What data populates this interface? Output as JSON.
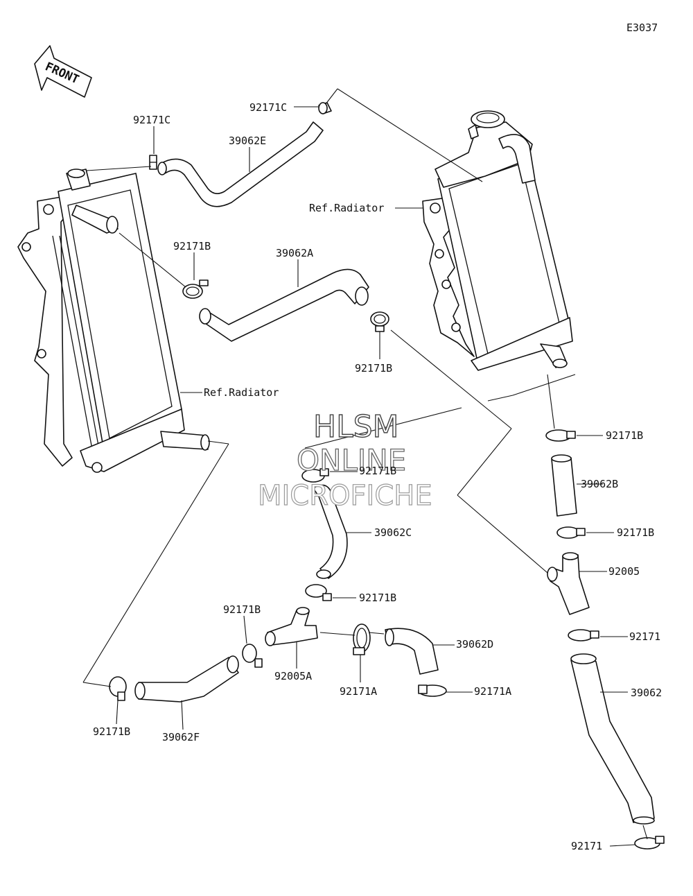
{
  "diagram_code": "E3037",
  "front_label": "FRONT",
  "watermark": {
    "line1": "HLSM",
    "line2": "ONLINE",
    "line3": "MICROFICHE"
  },
  "labels": {
    "c_top_left": "92171C",
    "c_top_center": "92171C",
    "e_hose": "39062E",
    "ref_radiator_right": "Ref.Radiator",
    "b_clamp_left_upper": "92171B",
    "a_hose": "39062A",
    "b_clamp_center": "92171B",
    "ref_radiator_left": "Ref.Radiator",
    "b_clamp_right_1": "92171B",
    "b_hose": "39062B",
    "b_clamp_mid": "92171B",
    "b_clamp_right_2": "92171B",
    "c_hose": "39062C",
    "joint_right": "92005",
    "b_clamp_joint": "92171B",
    "clamp_right": "92171",
    "b_clamp_lower_left": "92171B",
    "d_hose": "39062D",
    "joint_a": "92005A",
    "a_clamp_1": "92171A",
    "a_clamp_2": "92171A",
    "hose_plain": "39062",
    "b_clamp_bottom_left": "92171B",
    "f_hose": "39062F",
    "clamp_bottom": "92171"
  }
}
